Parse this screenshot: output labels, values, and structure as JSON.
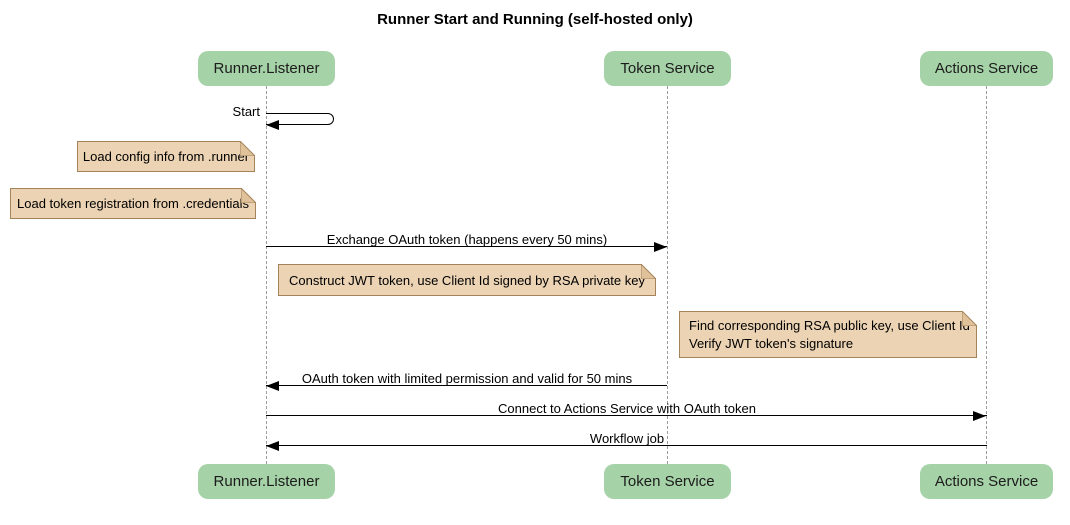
{
  "title": "Runner Start and Running (self-hosted only)",
  "participants": [
    {
      "name": "Runner.Listener"
    },
    {
      "name": "Token Service"
    },
    {
      "name": "Actions Service"
    }
  ],
  "self_message": {
    "label": "Start",
    "actor": "Runner.Listener"
  },
  "messages": [
    {
      "label": "Exchange OAuth token (happens every 50 mins)",
      "from": "Runner.Listener",
      "to": "Token Service",
      "direction": "right"
    },
    {
      "label": "OAuth token with limited permission and valid for 50 mins",
      "from": "Token Service",
      "to": "Runner.Listener",
      "direction": "left"
    },
    {
      "label": "Connect to Actions Service with OAuth token",
      "from": "Runner.Listener",
      "to": "Actions Service",
      "direction": "right"
    },
    {
      "label": "Workflow job",
      "from": "Actions Service",
      "to": "Runner.Listener",
      "direction": "left"
    }
  ],
  "notes": [
    {
      "lines": [
        "Load config info from .runner"
      ]
    },
    {
      "lines": [
        "Load token registration from .credentials"
      ]
    },
    {
      "lines": [
        "Construct JWT token, use Client Id signed by RSA private key"
      ]
    },
    {
      "lines": [
        "Find corresponding RSA public key, use Client Id",
        "Verify JWT token's signature"
      ]
    }
  ],
  "colors": {
    "background": "#ffffff",
    "participant_fill": "#a6d2a7",
    "participant_text": "#1c1c1c",
    "note_fill": "#ebd3b3",
    "note_border": "#a5835a",
    "lifeline": "#9b9b9b",
    "arrow": "#000000",
    "title_text": "#000000"
  }
}
